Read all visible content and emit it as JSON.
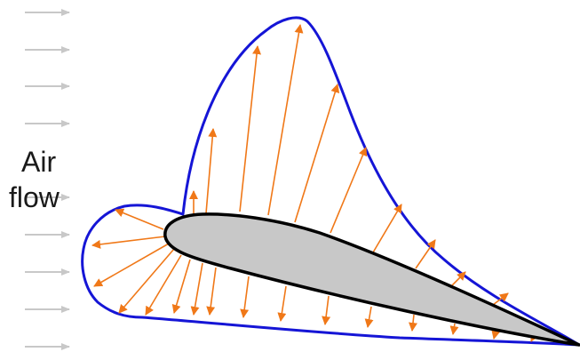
{
  "figure": {
    "label_line1": "Air",
    "label_line2": "flow"
  },
  "colors": {
    "background": "#ffffff",
    "flow_arrow": "#c8c8c8",
    "pressure_envelope": "#1515d6",
    "pressure_arrow": "#f07818",
    "airfoil_fill": "#c8c8c8",
    "airfoil_stroke": "#000000"
  },
  "content": {
    "incoming_flow_arrows": 9,
    "pressure_arrows_upper_surface": 10,
    "pressure_arrows_lower_surface": 16
  }
}
